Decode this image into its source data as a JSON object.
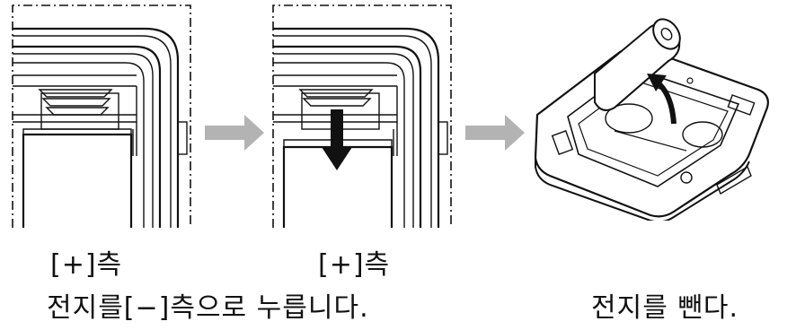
{
  "figure": {
    "step1": {
      "caption": "[+]측"
    },
    "step2": {
      "caption": "[+]측"
    },
    "instruction_left": "전지를[−]측으로 누릅니다.",
    "instruction_right": "전지를 뺀다."
  },
  "colors": {
    "line": "#111111",
    "arrow_gray": "#b3b3b3",
    "push_arrow": "#111111"
  },
  "icons": {
    "flow_arrow_1": "arrow-right-icon",
    "flow_arrow_2": "arrow-right-icon",
    "push_arrow": "arrow-down-icon",
    "lift_arrow": "curved-arrow-up-icon"
  }
}
